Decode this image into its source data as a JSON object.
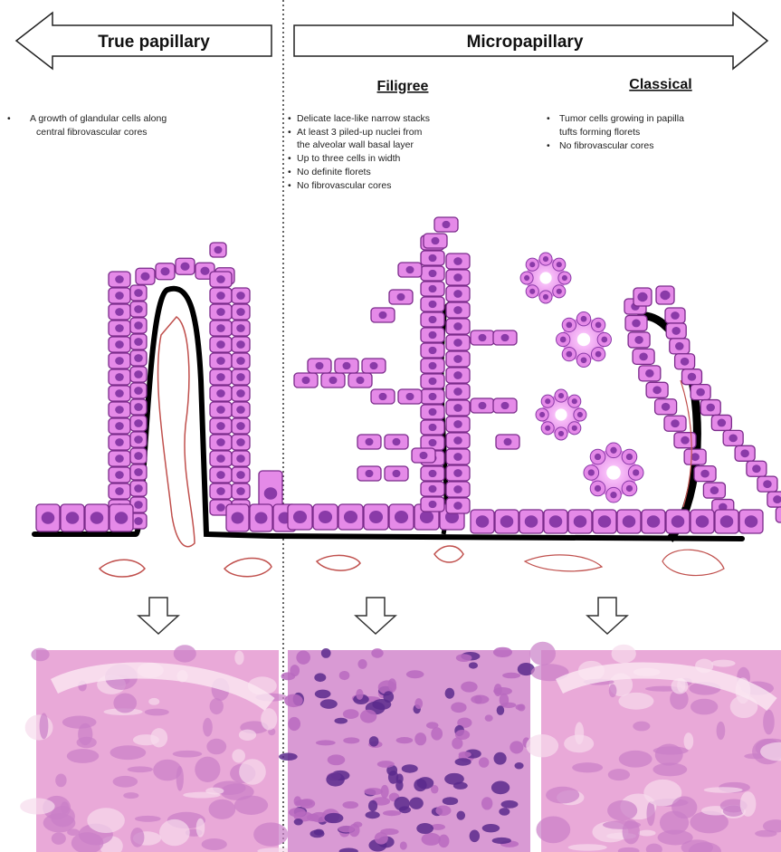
{
  "headers": {
    "left": "True papillary",
    "right": "Micropapillary",
    "sub_filigree": "Filigree",
    "sub_classical": "Classical"
  },
  "true_papillary_bullets": [
    "A growth of glandular cells along",
    "central fibrovascular cores"
  ],
  "filigree_bullets": [
    "Delicate lace-like narrow stacks",
    "At least 3 piled-up nuclei from",
    "the alveolar wall basal layer",
    "Up to three cells in width",
    "No definite florets",
    "No fibrovascular cores"
  ],
  "classical_bullets": [
    "Tumor cells growing in papilla",
    "tufts forming florets",
    "No fibrovascular cores"
  ],
  "colors": {
    "cell_fill": "#e58ae8",
    "cell_stroke": "#7a2a8a",
    "nucleus": "#8a3aa8",
    "basement": "#000000",
    "vessel": "#c0504d",
    "he_light": "#f3cde6",
    "he_dark": "#5a2a8c"
  },
  "icons": [
    "arrow-left-outline-icon",
    "arrow-right-outline-icon",
    "arrow-down-outline-icon"
  ]
}
